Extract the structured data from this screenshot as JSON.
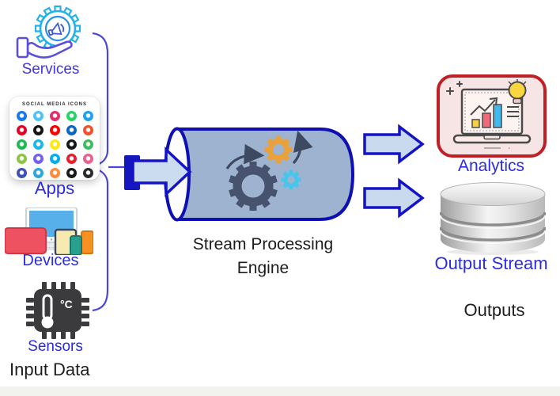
{
  "input_section": {
    "section_label": "Input Data",
    "items": [
      {
        "id": "services",
        "label": "Services"
      },
      {
        "id": "apps",
        "label": "Apps"
      },
      {
        "id": "devices",
        "label": "Devices"
      },
      {
        "id": "sensors",
        "label": "Sensors"
      }
    ]
  },
  "apps_card": {
    "title": "SOCIAL MEDIA ICONS",
    "icon_colors": [
      "#1877f2",
      "#4fc3f7",
      "#e1306c",
      "#25d366",
      "#1da1f2",
      "#e60023",
      "#141414",
      "#ff0000",
      "#0a66c2",
      "#f4502a",
      "#1db954",
      "#1ab7ea",
      "#ffe812",
      "#14171c",
      "#3dbd5b",
      "#8bc543",
      "#7360f2",
      "#00aff0",
      "#e6202d",
      "#ec5f8e",
      "#3f51b5",
      "#2ca5e0",
      "#ff8a3c",
      "#1a1a1a",
      "#2b2b2b"
    ]
  },
  "sensor_chip_text": "°C",
  "engine": {
    "label": "Stream Processing Engine"
  },
  "output_section": {
    "section_label": "Outputs",
    "analytics_label": "Analytics",
    "output_stream_label": "Output Stream"
  },
  "colors": {
    "label_blue": "#2b2be0",
    "text_black": "#1c1c1c",
    "arrow_fill": "#ccdcf0",
    "arrow_stroke": "#1414c6",
    "cylinder_fill": "#9db3cf",
    "cylinder_stroke": "#0f10b2",
    "analytics_border": "#bf2026",
    "analytics_bg": "#f7e5e5",
    "gear_dark": "#47536e",
    "gear_orange": "#e9a23b",
    "gear_cyan": "#45c6ea",
    "brace": "#4b46da"
  }
}
